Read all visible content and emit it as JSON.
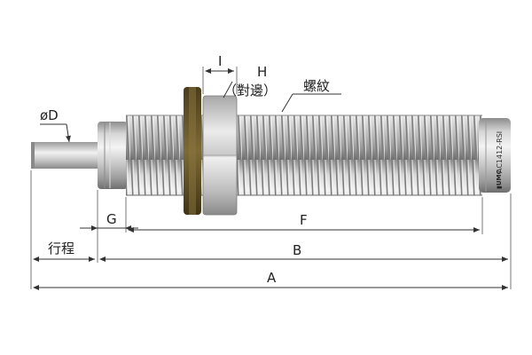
{
  "labels": {
    "I": "I",
    "H": "H",
    "across_flats": "（對邊）",
    "thread": "螺紋",
    "diameter": "øD",
    "G": "G",
    "F": "F",
    "stroke": "行程",
    "B": "B",
    "A": "A"
  },
  "product": {
    "model_text": "AC1412-RSI",
    "logo_text": "▮UMC"
  },
  "colors": {
    "steel_light": "#e8e8e8",
    "steel_mid": "#b8b8b8",
    "steel_dark": "#7a7a7a",
    "washer": "#6b5a2e",
    "line": "#333333"
  }
}
